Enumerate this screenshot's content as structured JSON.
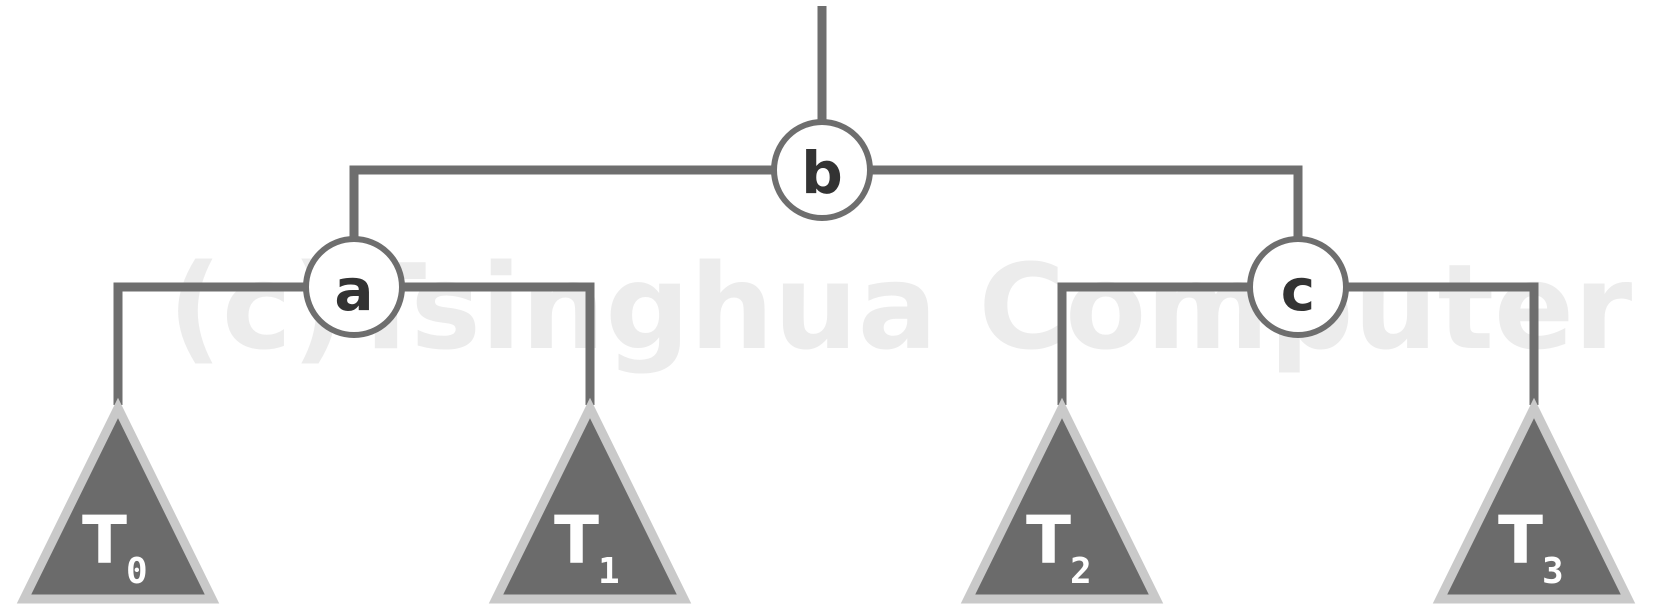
{
  "diagram": {
    "watermark": "(c)Tsinghua Computer",
    "nodes": {
      "b": "b",
      "a": "a",
      "c": "c"
    },
    "subtrees": [
      {
        "base": "T",
        "index": "0"
      },
      {
        "base": "T",
        "index": "1"
      },
      {
        "base": "T",
        "index": "2"
      },
      {
        "base": "T",
        "index": "3"
      }
    ]
  }
}
